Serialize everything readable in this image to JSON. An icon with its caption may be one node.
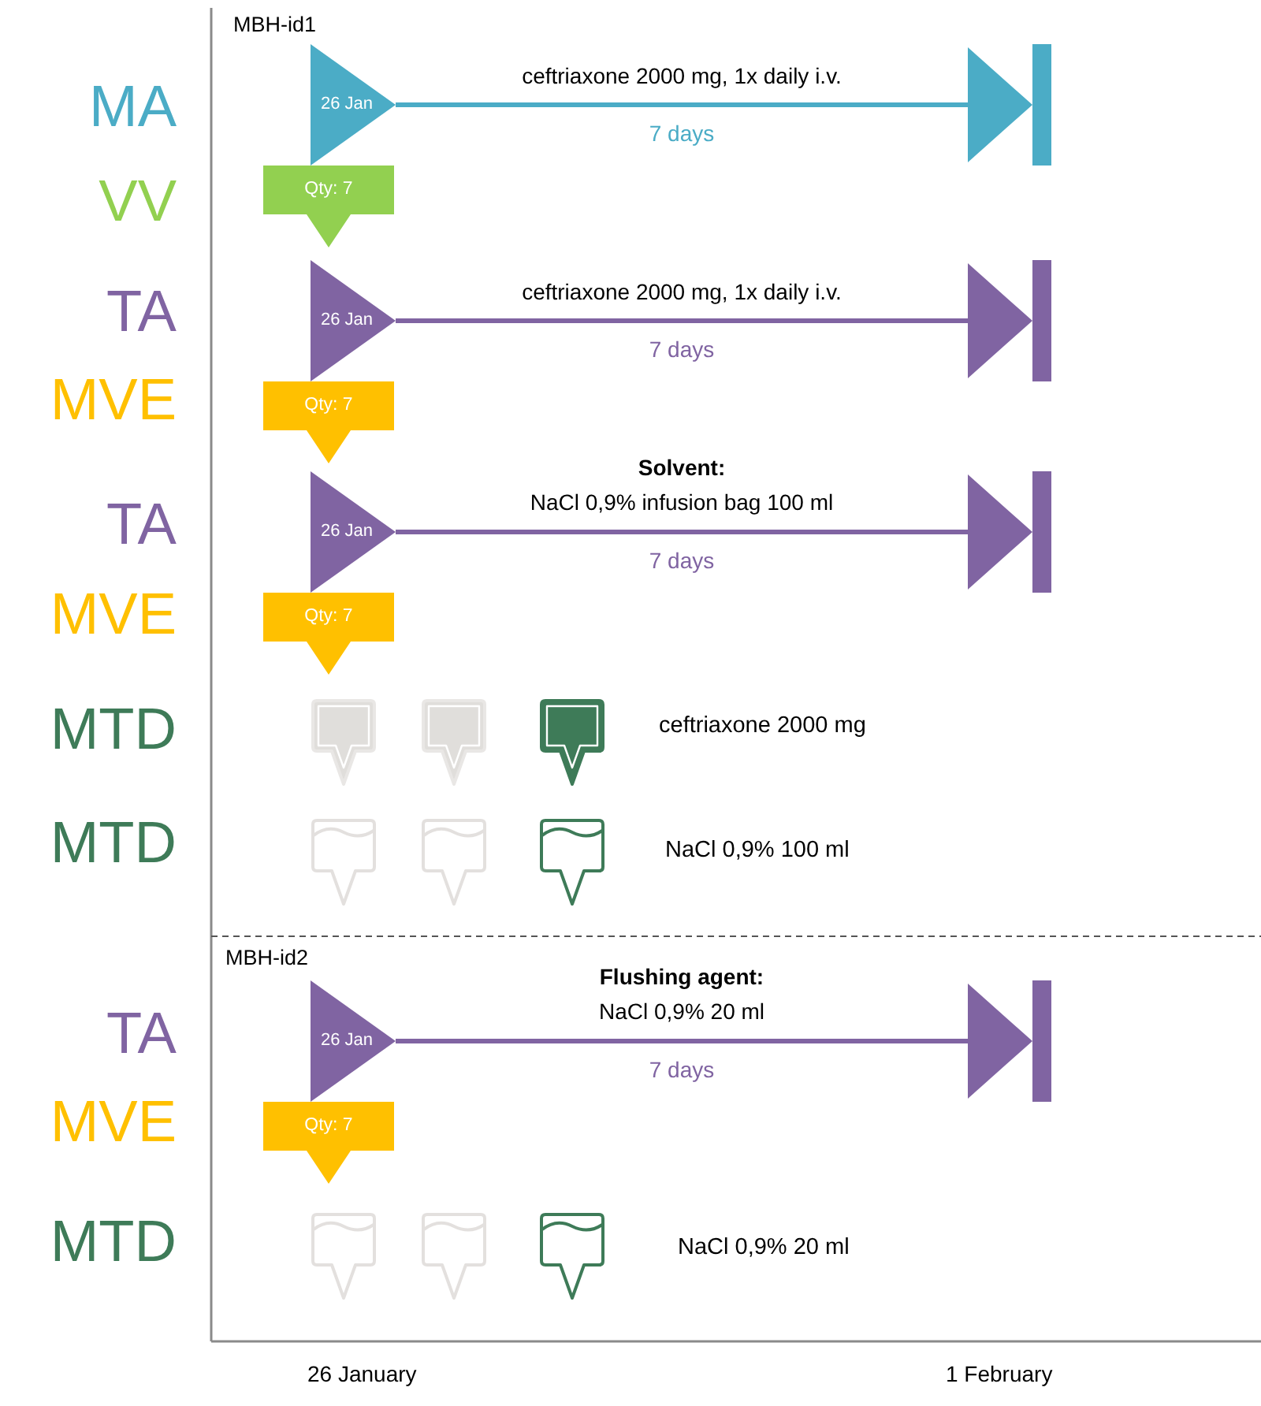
{
  "diagram": {
    "nodes": [
      {
        "text": [
          "26 Jan"
        ]
      },
      {
        "text": [],
        "shape": "triangle"
      },
      {
        "text": [
          "Qty: 7"
        ]
      },
      {
        "text": [
          "26 Jan"
        ]
      },
      {
        "text": [],
        "shape": "triangle"
      },
      {
        "text": [
          "Qty: 7"
        ]
      },
      {
        "text": [
          "26 Jan"
        ]
      },
      {
        "text": [],
        "shape": "triangle"
      },
      {
        "text": [
          "Qty: 7"
        ]
      },
      {
        "text": [
          "26 Jan"
        ]
      },
      {
        "text": [],
        "shape": "triangle"
      },
      {
        "text": [
          "Qty: 7"
        ]
      }
    ],
    "edges": [
      {
        "from": 0,
        "to": 1,
        "arrow": "none",
        "label": "ceftriaxone 2000 mg, 1x daily i.v.",
        "color": "#4bacc6"
      },
      {
        "from": 3,
        "to": 4,
        "arrow": "none",
        "label": "ceftriaxone 2000 mg, 1x daily i.v."
      },
      {
        "from": 6,
        "to": 7,
        "arrow": "none",
        "label": "**Solvent:** NaCl 0,9% infusion bag 100 ml"
      },
      {
        "from": 9,
        "to": 10,
        "arrow": "none",
        "label": "**Flushing agent:** NaCl 0,9% 20 ml"
      }
    ],
    "labels": [
      "MBH-id1",
      "MA",
      "7 days",
      "VV",
      "TA",
      "7 days",
      "MVE",
      "TA",
      "7 days",
      "MVE",
      "MTD",
      "ceftriaxone 2000 mg",
      "MTD",
      "NaCl 0,9% 100 ml",
      "MBH-id2",
      "TA",
      "7 days",
      "MVE",
      "MTD",
      "NaCl 0,9% 20 ml",
      "26 January",
      "1 February"
    ]
  }
}
